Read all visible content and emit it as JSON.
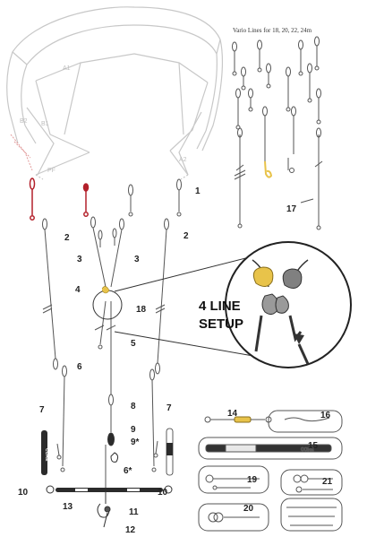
{
  "vario_title": "Vario Lines for 18, 20, 22, 24m",
  "kite_labels": {
    "a1": "A1",
    "b1": "B1",
    "b2": "B2",
    "pf": "PF",
    "a2": "A2"
  },
  "callout": {
    "line1": "4 LINE",
    "line2": "SETUP"
  },
  "brand_text": "CORE",
  "part_numbers": {
    "n1": "1",
    "n2_left": "2",
    "n2_right": "2",
    "n3_left": "3",
    "n3_right": "3",
    "n4": "4",
    "n5": "5",
    "n6": "6",
    "n6b": "6*",
    "n7_left": "7",
    "n7_right": "7",
    "n8": "8",
    "n9": "9",
    "n9b": "9*",
    "n10_left": "10",
    "n10_right": "10",
    "n11": "11",
    "n12": "12",
    "n13": "13",
    "n14": "14",
    "n15": "15",
    "n16": "16",
    "n17": "17",
    "n18": "18",
    "n19": "19",
    "n20": "20",
    "n21": "21"
  },
  "colors": {
    "line": "#555555",
    "ghost": "#c8c8c8",
    "red": "#b3202a",
    "yellow": "#e8c34a",
    "bar": "#2b2b2b"
  }
}
